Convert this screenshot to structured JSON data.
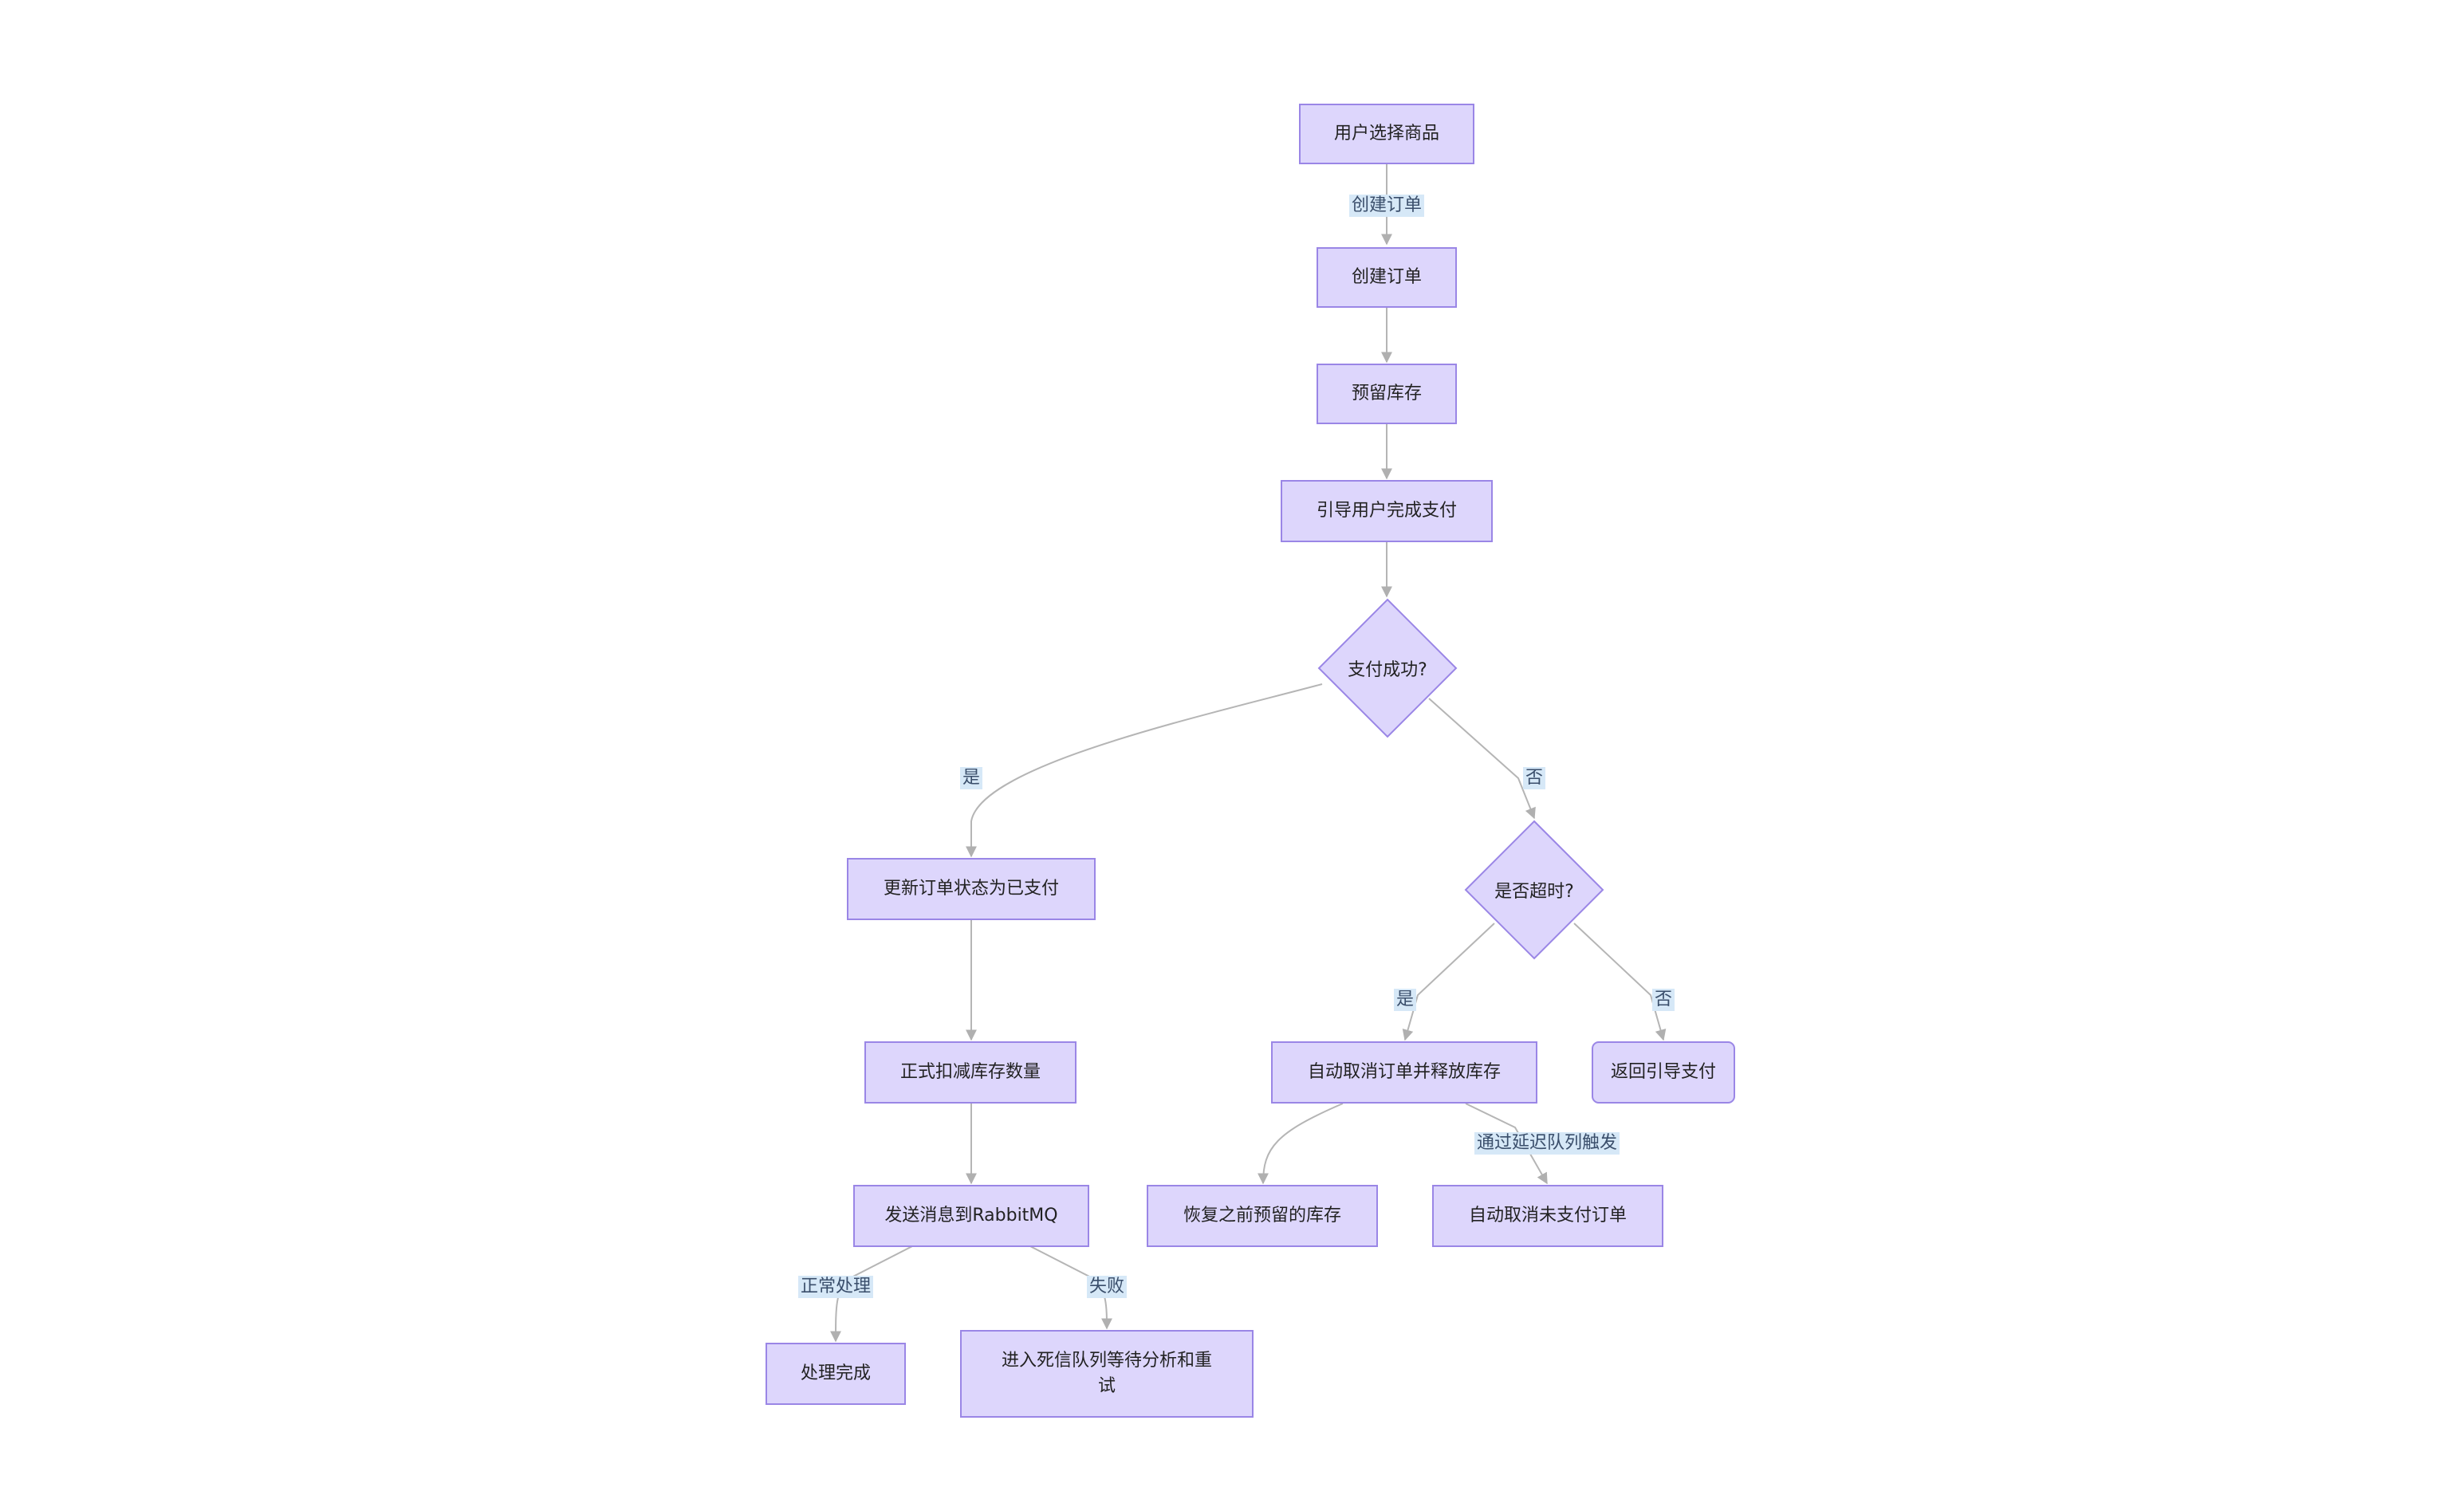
{
  "nodes": {
    "select": "用户选择商品",
    "create": "创建订单",
    "reserve": "预留库存",
    "guide": "引导用户完成支付",
    "paid_q": "支付成功?",
    "update": "更新订单状态为已支付",
    "timeout_q": "是否超时?",
    "deduct": "正式扣减库存数量",
    "cancel_release": "自动取消订单并释放库存",
    "back_pay": "返回引导支付",
    "send_mq": "发送消息到RabbitMQ",
    "restore": "恢复之前预留的库存",
    "cancel_unpaid": "自动取消未支付订单",
    "done": "处理完成",
    "dlq": "进入死信队列等待分析和重试"
  },
  "edge_labels": {
    "create_order": "创建订单",
    "yes_paid": "是",
    "no_paid": "否",
    "yes_timeout": "是",
    "no_timeout": "否",
    "delay_queue": "通过延迟队列触发",
    "normal": "正常处理",
    "fail": "失败"
  },
  "colors": {
    "node_fill": "#ddd6fc",
    "node_border": "#9a86e6",
    "edge": "#b5b5b5",
    "label_bg": "#d6e8f7"
  }
}
